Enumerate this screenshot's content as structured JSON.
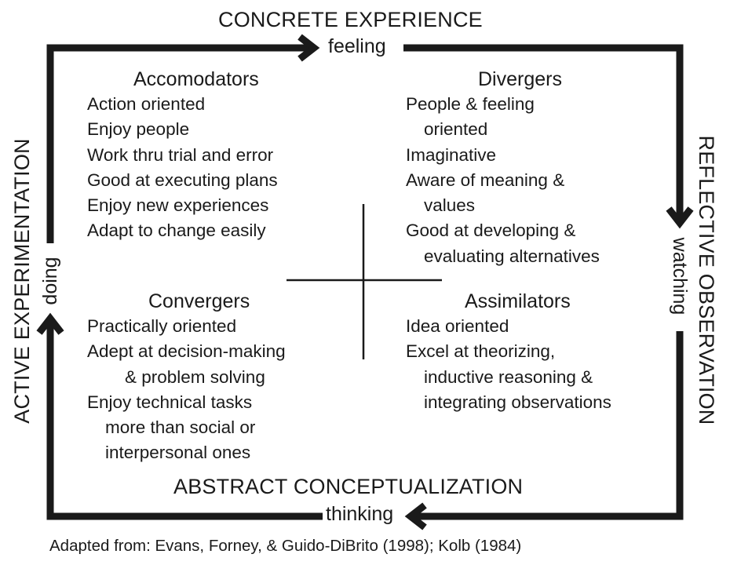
{
  "cycle": {
    "top": {
      "title": "CONCRETE EXPERIENCE",
      "mode": "feeling"
    },
    "right": {
      "title": "REFLECTIVE OBSERVATION",
      "mode": "watching"
    },
    "bottom": {
      "title": "ABSTRACT CONCEPTUALIZATION",
      "mode": "thinking"
    },
    "left": {
      "title": "ACTIVE EXPERIMENTATION",
      "mode": "doing"
    }
  },
  "quadrants": {
    "accomodators": {
      "title": "Accomodators",
      "traits": [
        "Action oriented",
        "Enjoy people",
        "Work thru trial and error",
        "Good at executing plans",
        "Enjoy new experiences",
        "Adapt to change easily"
      ]
    },
    "divergers": {
      "title": "Divergers",
      "traits": [
        "People & feeling",
        "oriented",
        "Imaginative",
        "Aware of meaning &",
        "values",
        "Good at developing &",
        "evaluating alternatives"
      ]
    },
    "convergers": {
      "title": "Convergers",
      "traits": [
        "Practically oriented",
        "Adept at decision-making",
        "& problem solving",
        "Enjoy technical tasks",
        "more than social or",
        "interpersonal ones"
      ]
    },
    "assimilators": {
      "title": "Assimilators",
      "traits": [
        "Idea oriented",
        "Excel at theorizing,",
        "inductive reasoning &",
        "integrating observations"
      ]
    }
  },
  "source": "Adapted from: Evans, Forney, & Guido-DiBrito (1998); Kolb (1984)",
  "colors": {
    "ink": "#1a1a1a",
    "background": "#ffffff"
  }
}
